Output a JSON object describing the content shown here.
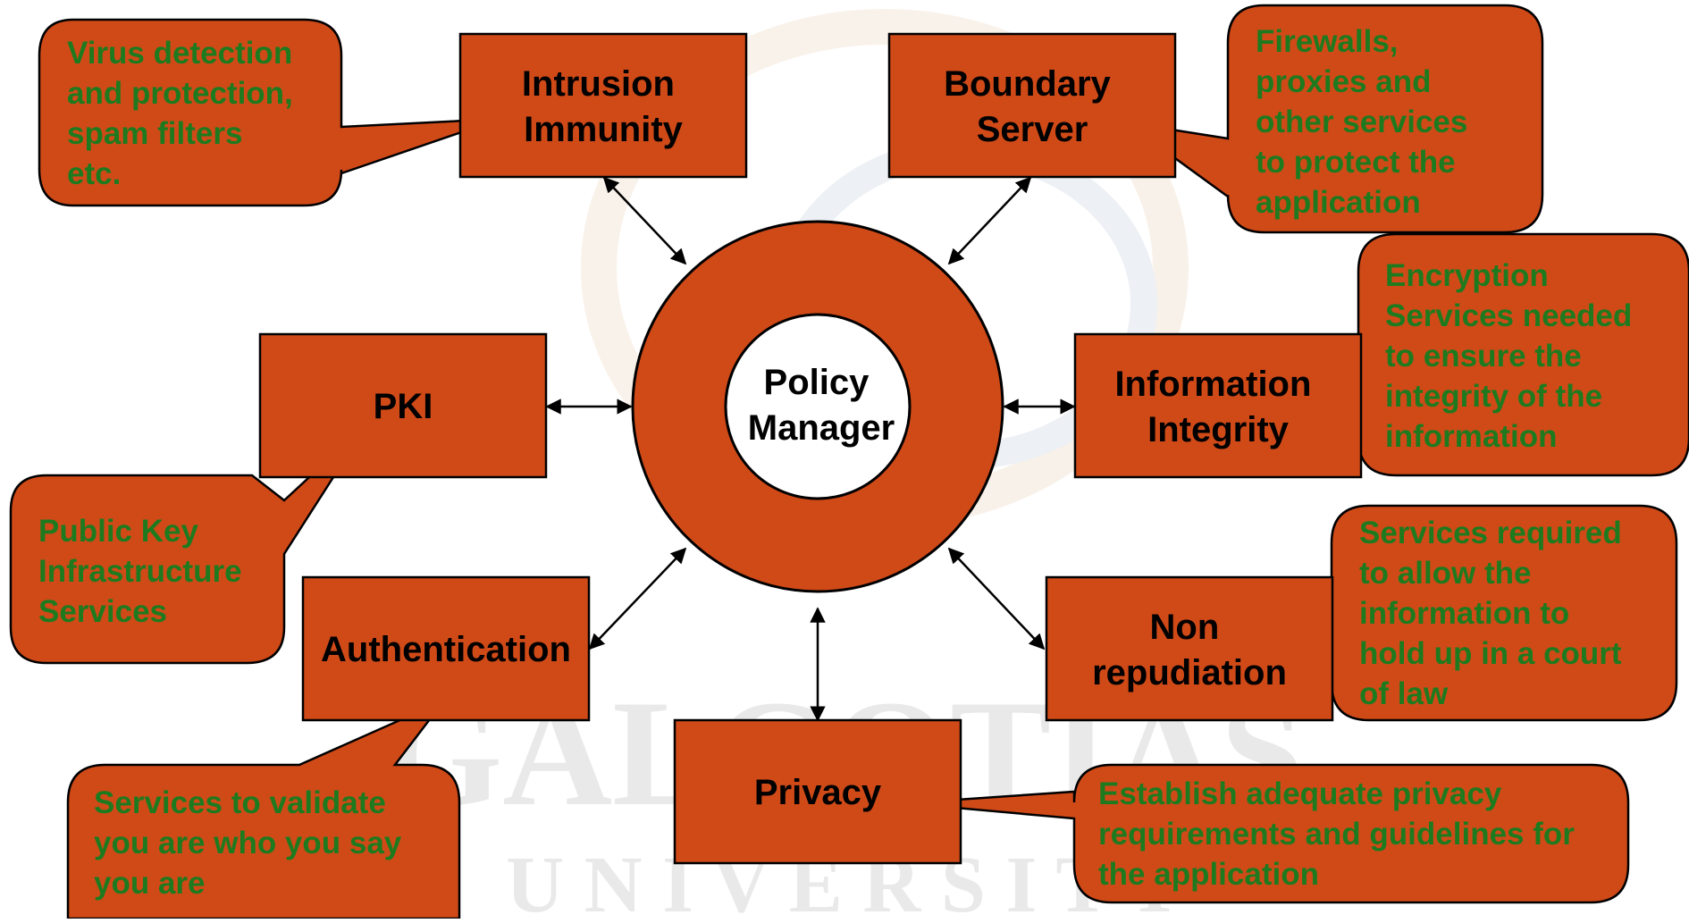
{
  "colors": {
    "box_fill": "#d04a18",
    "border": "#000000",
    "callout_text": "#1e7a1e",
    "center_fill": "#ffffff"
  },
  "center": {
    "label_lines": [
      "Policy",
      "Manager"
    ]
  },
  "boxes": {
    "intrusion": {
      "label_lines": [
        "Intrusion",
        "Immunity"
      ]
    },
    "boundary": {
      "label_lines": [
        "Boundary",
        "Server"
      ]
    },
    "pki": {
      "label_lines": [
        "PKI"
      ]
    },
    "integrity": {
      "label_lines": [
        "Information",
        "Integrity"
      ]
    },
    "authentication": {
      "label_lines": [
        "Authentication"
      ]
    },
    "nonrep": {
      "label_lines": [
        "Non",
        "repudiation"
      ]
    },
    "privacy": {
      "label_lines": [
        "Privacy"
      ]
    }
  },
  "callouts": {
    "intrusion": {
      "lines": [
        "Virus detection",
        "and protection,",
        "spam filters",
        "etc."
      ]
    },
    "boundary": {
      "lines": [
        "Firewalls,",
        "proxies and",
        "other services",
        "to protect the",
        "application"
      ]
    },
    "integrity": {
      "lines": [
        "Encryption",
        "Services needed",
        "to ensure the",
        "integrity of the",
        "information"
      ]
    },
    "pki": {
      "lines": [
        "Public Key",
        "Infrastructure",
        "Services"
      ]
    },
    "nonrep": {
      "lines": [
        "Services required",
        "to allow the",
        "information to",
        "hold up in a court",
        "of law"
      ]
    },
    "authentication": {
      "lines": [
        "Services to validate",
        "you are who you say",
        "you are"
      ]
    },
    "privacy": {
      "lines": [
        "Establish adequate privacy",
        "requirements and guidelines for",
        "the application"
      ]
    }
  },
  "watermark": {
    "line1": "GALGOTIAS",
    "line2": "U N I V E R S I T Y"
  }
}
